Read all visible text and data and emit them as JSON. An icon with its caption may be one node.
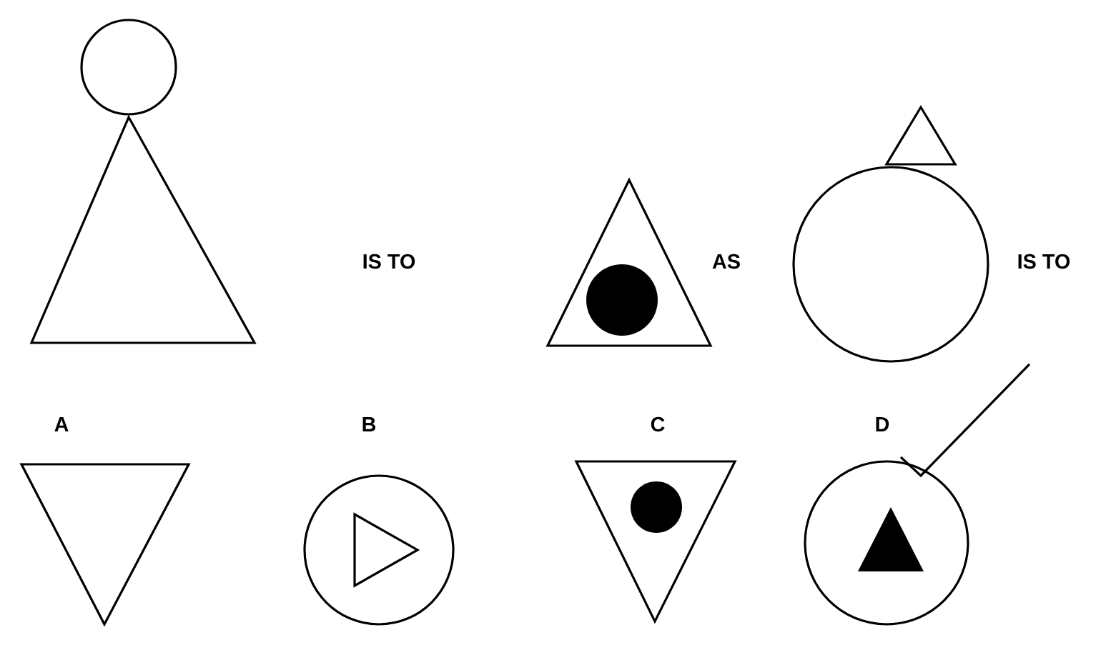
{
  "diagram": {
    "labels": [
      "IS TO",
      "AS",
      "IS TO",
      "A",
      "B",
      "C",
      "D"
    ]
  }
}
